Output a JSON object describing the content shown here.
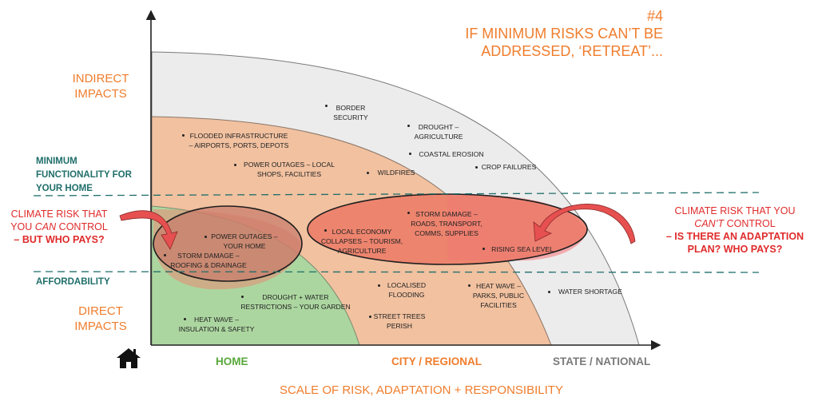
{
  "title": {
    "number": "#4",
    "line1": "IF MINIMUM RISKS CAN’T BE",
    "line2": "ADDRESSED, ‘RETREAT’..."
  },
  "y_axis": {
    "indirect": [
      "INDIRECT",
      "IMPACTS"
    ],
    "direct": [
      "DIRECT",
      "IMPACTS"
    ]
  },
  "thresholds": {
    "minimum": [
      "MINIMUM",
      "FUNCTIONALITY FOR",
      "YOUR HOME"
    ],
    "affordability": "AFFORDABILITY"
  },
  "callouts": {
    "left": {
      "line1": "CLIMATE RISK THAT",
      "line2_pre": "YOU ",
      "line2_em": "CAN",
      "line2_post": " CONTROL",
      "line3": "– BUT WHO PAYS?"
    },
    "right": {
      "line1": "CLIMATE RISK THAT YOU",
      "line2_em": "CAN’T",
      "line2_post": " CONTROL",
      "line3": "– IS THERE AN ADAPTATION",
      "line4": "PLAN? WHO PAYS?"
    }
  },
  "items": [
    {
      "id": "border-security",
      "lines": [
        "BORDER",
        "SECURITY"
      ]
    },
    {
      "id": "drought-agriculture",
      "lines": [
        "DROUGHT –",
        "AGRICULTURE"
      ]
    },
    {
      "id": "flooded-infrastructure",
      "lines": [
        "FLOODED INFRASTRUCTURE",
        "– AIRPORTS, PORTS, DEPOTS"
      ]
    },
    {
      "id": "coastal-erosion",
      "lines": [
        "COASTAL EROSION"
      ]
    },
    {
      "id": "power-outages-local",
      "lines": [
        "POWER OUTAGES – LOCAL",
        "SHOPS, FACILITIES"
      ]
    },
    {
      "id": "wildfires",
      "lines": [
        "WILDFIRES"
      ]
    },
    {
      "id": "crop-failures",
      "lines": [
        "CROP FAILURES"
      ]
    },
    {
      "id": "storm-damage-roads",
      "lines": [
        "STORM DAMAGE –",
        "ROADS, TRANSPORT,",
        "COMMS, SUPPLIES"
      ]
    },
    {
      "id": "local-economy",
      "lines": [
        "LOCAL ECONOMY",
        "COLLAPSES – TOURISM,",
        "AGRICULTURE"
      ]
    },
    {
      "id": "rising-sea-level",
      "lines": [
        "RISING SEA LEVEL"
      ]
    },
    {
      "id": "power-outages-home",
      "lines": [
        "POWER OUTAGES –",
        "YOUR HOME"
      ]
    },
    {
      "id": "storm-damage-roofing",
      "lines": [
        "STORM DAMAGE –",
        "ROOFING & DRAINAGE"
      ]
    },
    {
      "id": "drought-water",
      "lines": [
        "DROUGHT + WATER",
        "RESTRICTIONS – YOUR GARDEN"
      ]
    },
    {
      "id": "heat-wave-insulation",
      "lines": [
        "HEAT WAVE –",
        "INSULATION & SAFETY"
      ]
    },
    {
      "id": "localised-flooding",
      "lines": [
        "LOCALISED",
        "FLOODING"
      ]
    },
    {
      "id": "street-trees",
      "lines": [
        "STREET TREES",
        "PERISH"
      ]
    },
    {
      "id": "heat-wave-parks",
      "lines": [
        "HEAT WAVE –",
        "PARKS, PUBLIC",
        "FACILITIES"
      ]
    },
    {
      "id": "water-shortage",
      "lines": [
        "WATER SHORTAGE"
      ]
    }
  ],
  "x_axis": {
    "home": "HOME",
    "city_a": "CITY",
    "slash": " / ",
    "city_b": "REGIONAL",
    "state_a": "STATE",
    "state_b": "NATIONAL",
    "caption": "SCALE OF RISK, ADAPTATION + RESPONSIBILITY"
  },
  "icons": {
    "house": "house-icon"
  },
  "colors": {
    "orange": "#ef7d2d",
    "teal": "#1f6e6a",
    "red": "#e02b2b",
    "green": "#58a83a",
    "grey_zone": "#eeeeee",
    "orange_zone": "#f2c3a4",
    "green_zone": "#acd6a0"
  }
}
